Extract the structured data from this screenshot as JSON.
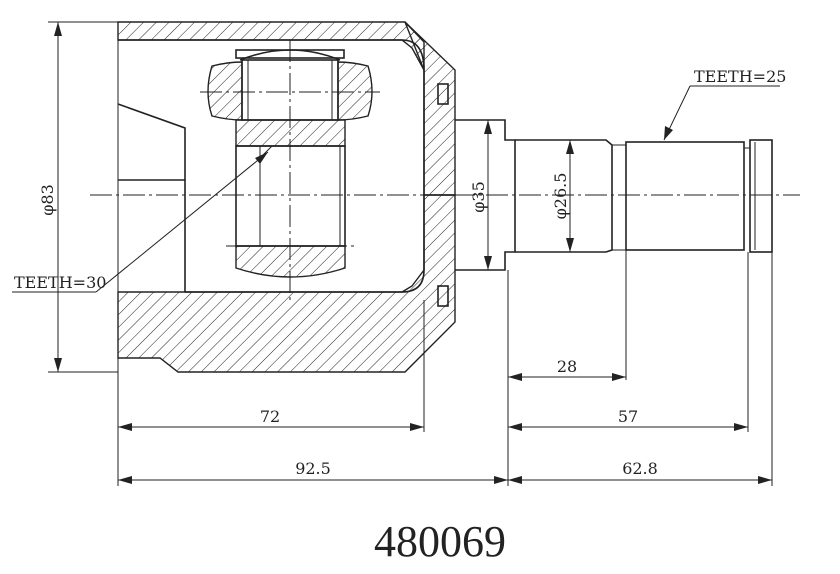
{
  "drawing": {
    "part_number": "480069",
    "callouts": {
      "teeth_inner": "TEETH=30",
      "teeth_outer": "TEETH=25"
    },
    "dimensions": {
      "outer_diameter": "φ83",
      "shaft_diameter": "φ35",
      "spline_diameter": "φ26.5",
      "length_72": "72",
      "length_92_5": "92.5",
      "length_28": "28",
      "length_57": "57",
      "length_62_8": "62.8"
    }
  }
}
